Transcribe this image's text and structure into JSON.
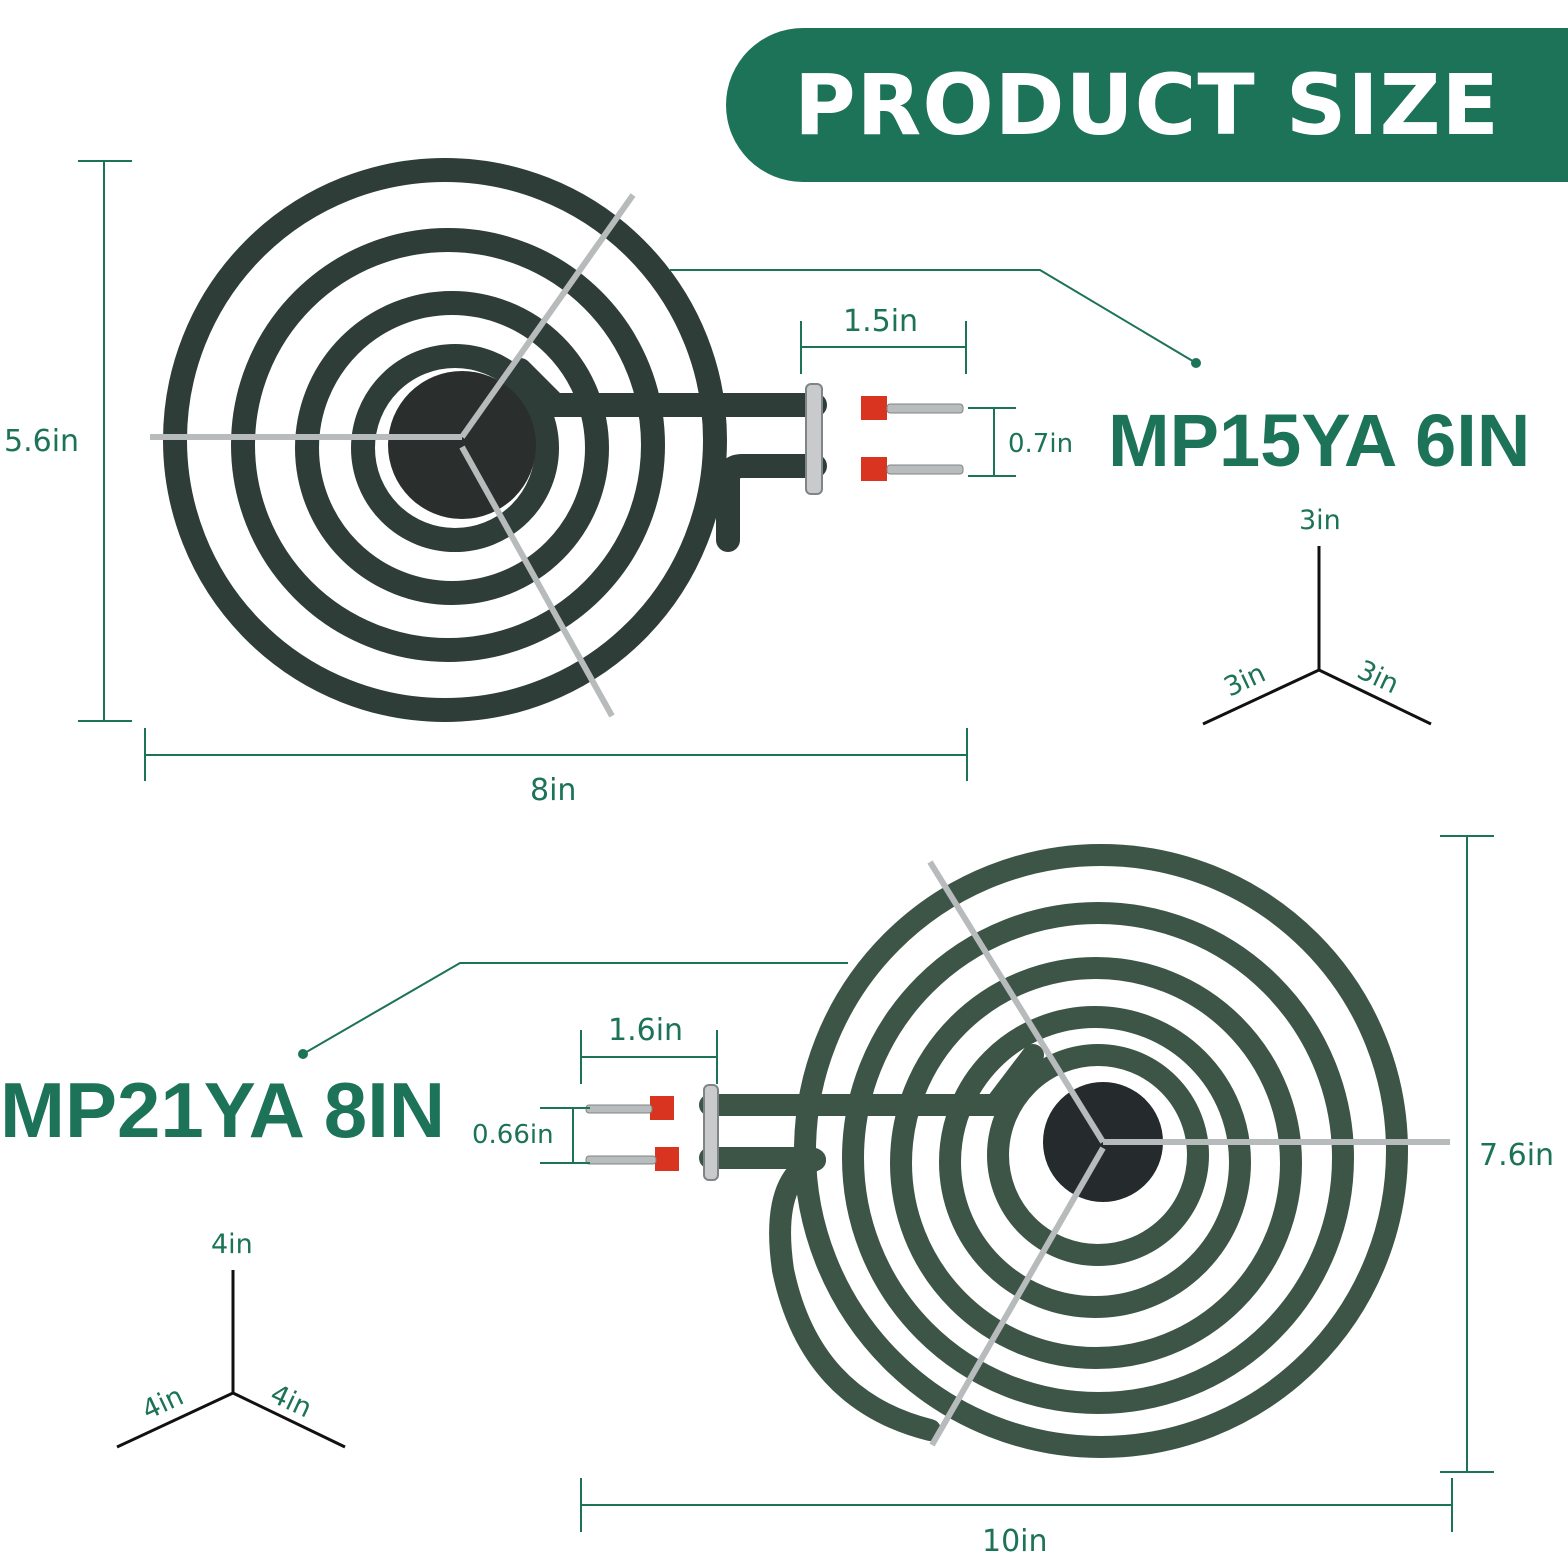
{
  "header": {
    "title": "PRODUCT SIZE"
  },
  "colors": {
    "accent": "#1c7358",
    "coil": "#2e3d37",
    "coil_large": "#3d5547",
    "terminal": "#d9341f"
  },
  "products": [
    {
      "model": "MP15YA 6IN",
      "dims": {
        "height": "5.6in",
        "width": "8in",
        "terminal_length": "1.5in",
        "terminal_gap": "0.7in"
      },
      "package": {
        "top": "3in",
        "left": "3in",
        "right": "3in"
      }
    },
    {
      "model": "MP21YA 8IN",
      "dims": {
        "height": "7.6in",
        "width": "10in",
        "terminal_length": "1.6in",
        "terminal_gap": "0.66in"
      },
      "package": {
        "top": "4in",
        "left": "4in",
        "right": "4in"
      }
    }
  ]
}
